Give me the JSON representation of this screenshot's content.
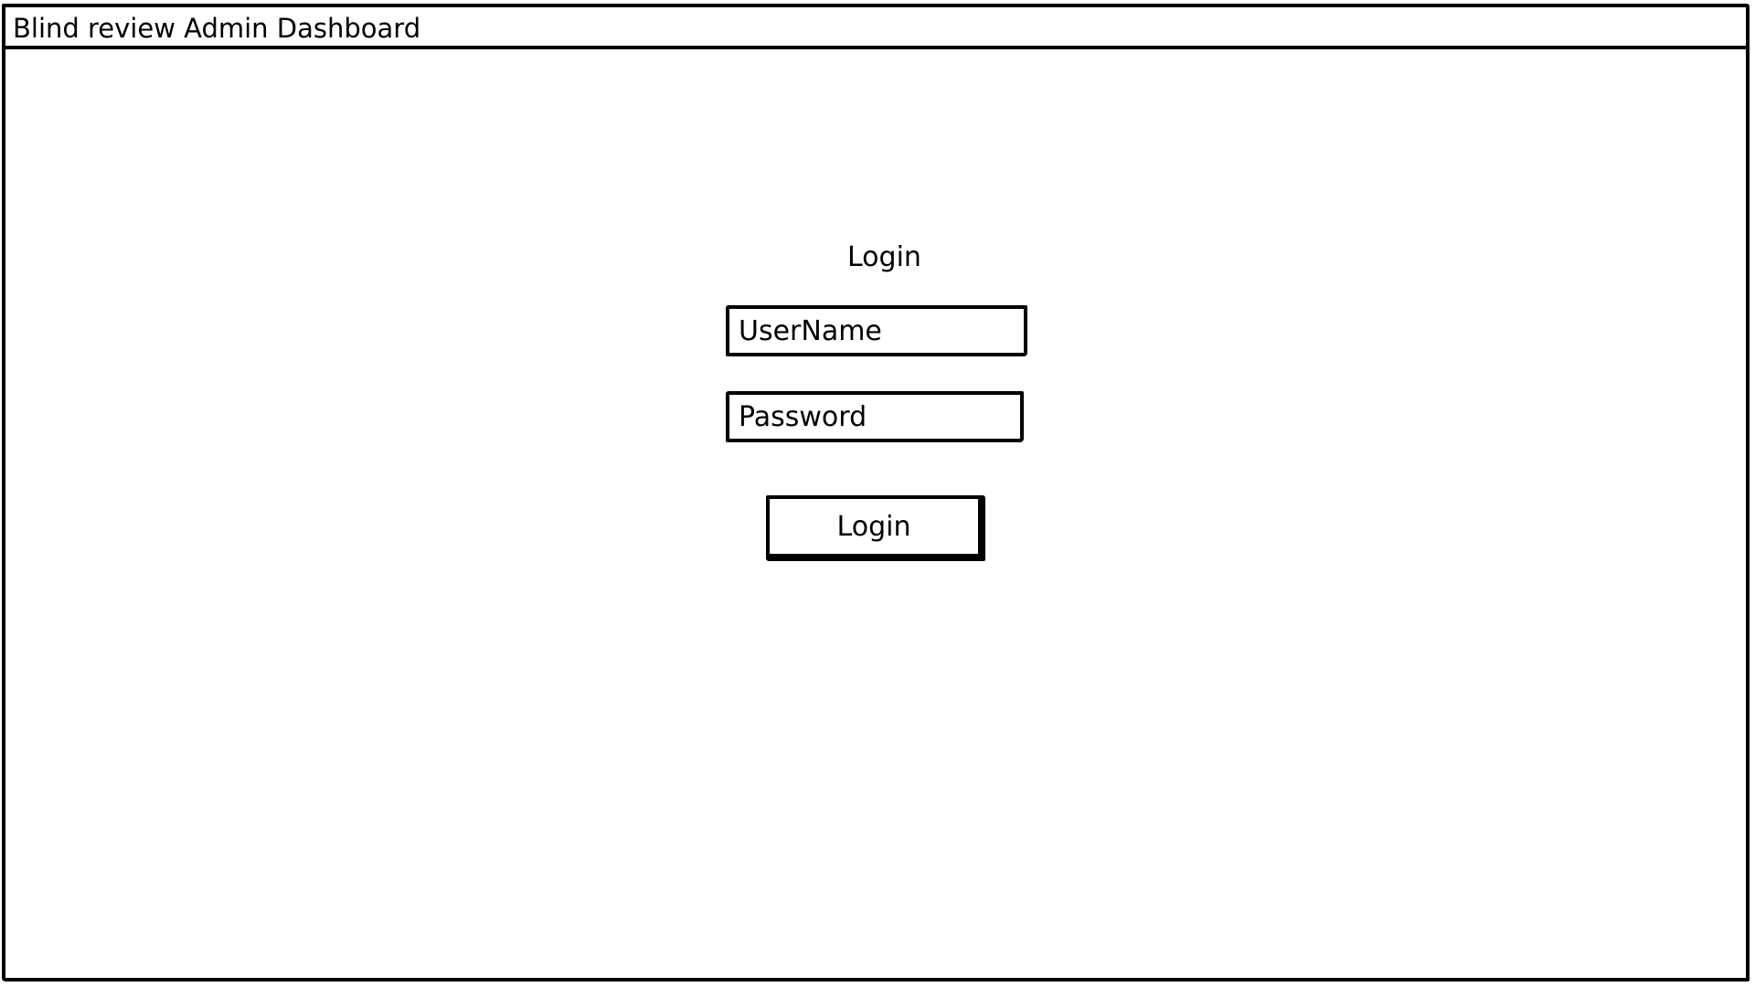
{
  "window": {
    "title": "Blind review Admin Dashboard"
  },
  "login": {
    "heading": "Login",
    "username_placeholder": "UserName",
    "password_placeholder": "Password",
    "button_label": "Login"
  }
}
